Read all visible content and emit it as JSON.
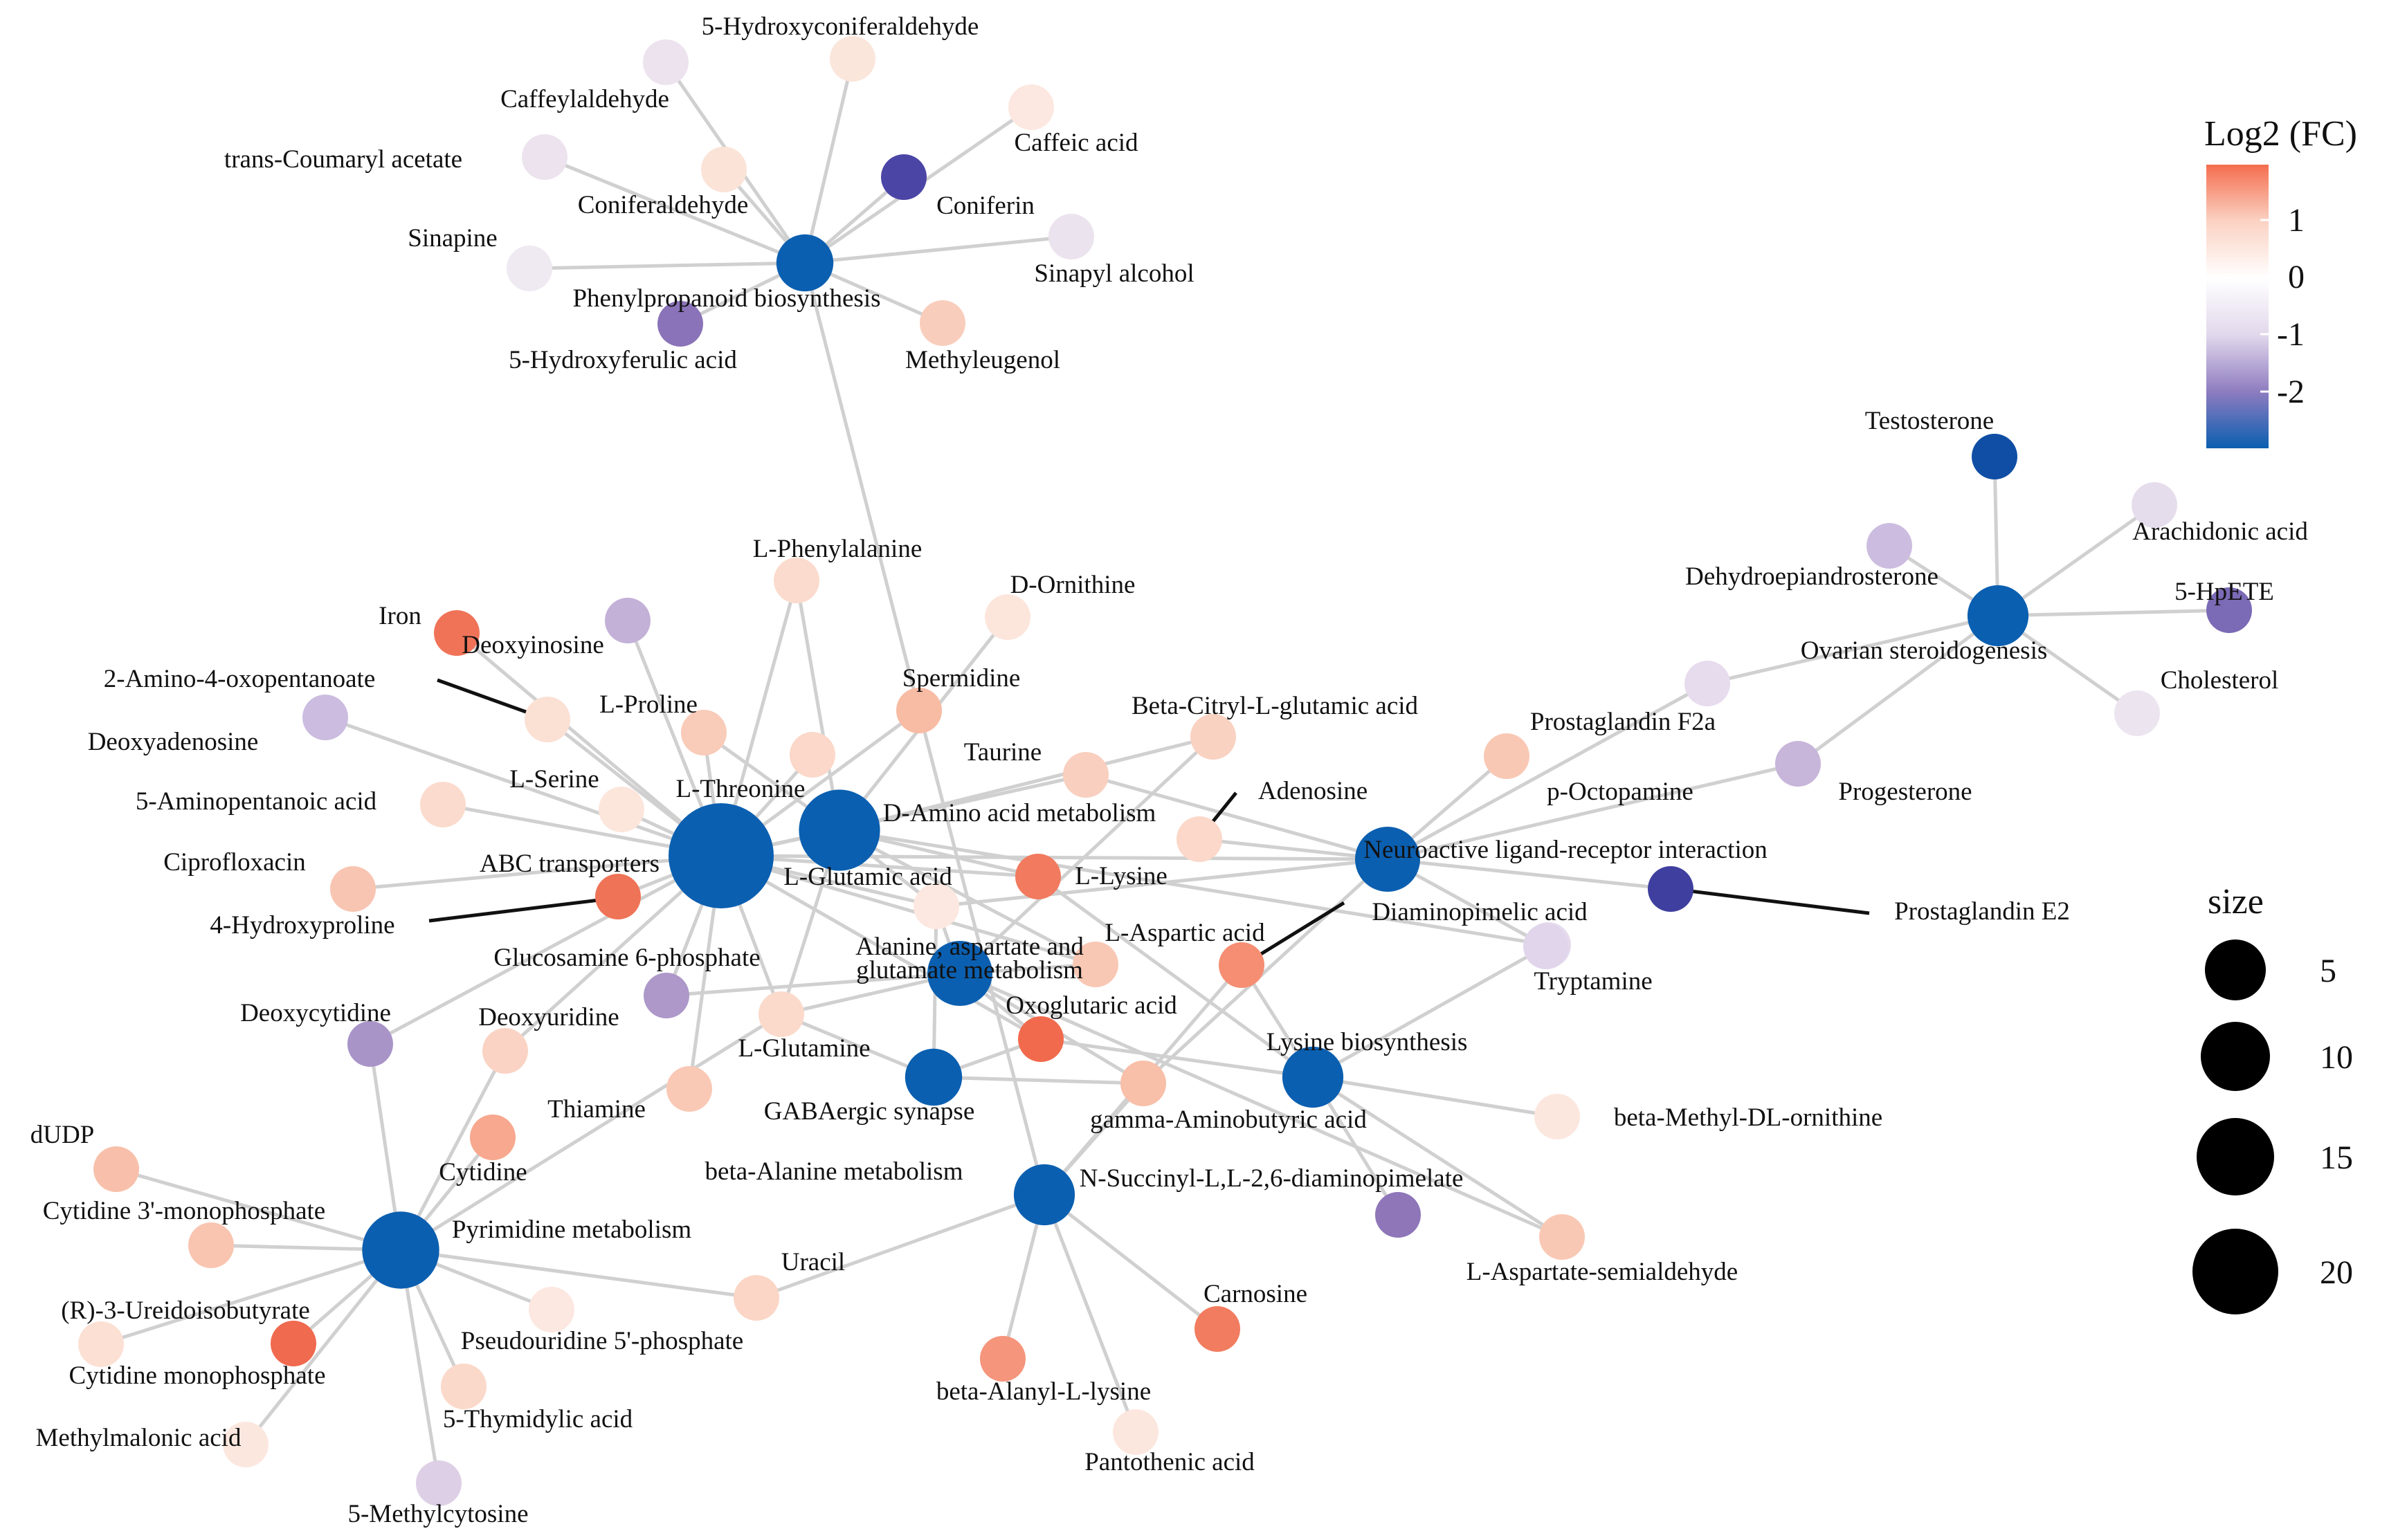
{
  "pathways": [
    {
      "id": "phenyl",
      "label": "Phenylpropanoid biosynthesis",
      "color": "#0b5fb0",
      "size": 8
    },
    {
      "id": "abc",
      "label": "ABC transporters",
      "color": "#0b5fb0",
      "size": 20
    },
    {
      "id": "damino",
      "label": "D-Amino acid metabolism",
      "color": "#0b5fb0",
      "size": 14
    },
    {
      "id": "alanine",
      "label": "Alanine, aspartate and glutamate metabolism",
      "color": "#0b5fb0",
      "size": 10
    },
    {
      "id": "gaba",
      "label": "GABAergic synapse",
      "color": "#0b5fb0",
      "size": 8
    },
    {
      "id": "neuro",
      "label": "Neuroactive ligand-receptor interaction",
      "color": "#0b5fb0",
      "size": 10
    },
    {
      "id": "lysbio",
      "label": "Lysine biosynthesis",
      "color": "#0b5fb0",
      "size": 9
    },
    {
      "id": "ovarian",
      "label": "Ovarian steroidogenesis",
      "color": "#0b5fb0",
      "size": 9
    },
    {
      "id": "pyrim",
      "label": "Pyrimidine metabolism",
      "color": "#0b5fb0",
      "size": 13
    },
    {
      "id": "bala",
      "label": "beta-Alanine metabolism",
      "color": "#0b5fb0",
      "size": 9
    }
  ],
  "metabolites": [
    {
      "id": "hcald",
      "label": "5-Hydroxyconiferaldehyde",
      "color": "#fbe6dc"
    },
    {
      "id": "caffald",
      "label": "Caffeylaldehyde",
      "color": "#ece3ee"
    },
    {
      "id": "caffeic",
      "label": "Caffeic acid",
      "color": "#fce8e0"
    },
    {
      "id": "coumaryl",
      "label": "trans-Coumaryl acetate",
      "color": "#ece3ee"
    },
    {
      "id": "conald",
      "label": "Coniferaldehyde",
      "color": "#fbe3d8"
    },
    {
      "id": "coniferin",
      "label": "Coniferin",
      "color": "#4b46a6"
    },
    {
      "id": "sinapine",
      "label": "Sinapine",
      "color": "#efe9f2"
    },
    {
      "id": "sinapyl",
      "label": "Sinapyl alcohol",
      "color": "#ebe3ed"
    },
    {
      "id": "hferulic",
      "label": "5-Hydroxyferulic acid",
      "color": "#8a73b8"
    },
    {
      "id": "methyleug",
      "label": "Methyleugenol",
      "color": "#f9cdbc"
    },
    {
      "id": "lphe",
      "label": "L-Phenylalanine",
      "color": "#fbdbcd"
    },
    {
      "id": "dorn",
      "label": "D-Ornithine",
      "color": "#fce6dc"
    },
    {
      "id": "iron",
      "label": "Iron",
      "color": "#f07358"
    },
    {
      "id": "deoxyino",
      "label": "Deoxyinosine",
      "color": "#c3b1d7"
    },
    {
      "id": "amino4",
      "label": "2-Amino-4-oxopentanoate",
      "color": "#fbe0d4"
    },
    {
      "id": "spermidine",
      "label": "Spermidine",
      "color": "#f8bba4"
    },
    {
      "id": "lpro",
      "label": "L-Proline",
      "color": "#f9cbb9"
    },
    {
      "id": "deoxyaden",
      "label": "Deoxyadenosine",
      "color": "#cbbce0"
    },
    {
      "id": "citryl",
      "label": "Beta-Citryl-L-glutamic acid",
      "color": "#f9d2c2"
    },
    {
      "id": "taurine",
      "label": "Taurine",
      "color": "#f9cfbf"
    },
    {
      "id": "pgf2a",
      "label": "Prostaglandin F2a",
      "color": "#f9c8b4"
    },
    {
      "id": "aminopent",
      "label": "5-Aminopentanoic acid",
      "color": "#fbdbcd"
    },
    {
      "id": "lser",
      "label": "L-Serine",
      "color": "#fce6dc"
    },
    {
      "id": "lthr",
      "label": "L-Threonine",
      "color": "#fbd8c9"
    },
    {
      "id": "adenosine",
      "label": "Adenosine",
      "color": "#fbd8c9"
    },
    {
      "id": "poct",
      "label": "p-Octopamine",
      "color": "#e7dced"
    },
    {
      "id": "progesterone",
      "label": "Progesterone",
      "color": "#c7b5da"
    },
    {
      "id": "cipro",
      "label": "Ciprofloxacin",
      "color": "#f8c5b2"
    },
    {
      "id": "lglu",
      "label": "L-Glutamic acid",
      "color": "#fce8e0"
    },
    {
      "id": "llys",
      "label": "L-Lysine",
      "color": "#f17a5f"
    },
    {
      "id": "pge2",
      "label": "Prostaglandin E2",
      "color": "#3e3f9e"
    },
    {
      "id": "hydroxypro",
      "label": "4-Hydroxyproline",
      "color": "#ef7356"
    },
    {
      "id": "diamino",
      "label": "Diaminopimelic acid",
      "color": "#e6dbed"
    },
    {
      "id": "glcn6p",
      "label": "Glucosamine 6-phosphate",
      "color": "#ad98c9"
    },
    {
      "id": "laspartic",
      "label": "L-Aspartic acid",
      "color": "#f58e73"
    },
    {
      "id": "laspartic2",
      "label": "",
      "color": "#f9c8b4"
    },
    {
      "id": "tryptamine",
      "label": "Tryptamine",
      "color": "#e0d5ea"
    },
    {
      "id": "deoxycyt",
      "label": "Deoxycytidine",
      "color": "#a994c8"
    },
    {
      "id": "oxoglut",
      "label": "Oxoglutaric acid",
      "color": "#f16a4e"
    },
    {
      "id": "deoxyuri",
      "label": "Deoxyuridine",
      "color": "#fad3c4"
    },
    {
      "id": "lgln",
      "label": "L-Glutamine",
      "color": "#fbdacb"
    },
    {
      "id": "thiamine",
      "label": "Thiamine",
      "color": "#f9c9b6"
    },
    {
      "id": "gaba_m",
      "label": "gamma-Aminobutyric acid",
      "color": "#f8bfa9"
    },
    {
      "id": "bmethyl",
      "label": "beta-Methyl-DL-ornithine",
      "color": "#fce7df"
    },
    {
      "id": "dudp",
      "label": "dUDP",
      "color": "#f8c0aa"
    },
    {
      "id": "cytidine",
      "label": "Cytidine",
      "color": "#f7a88f"
    },
    {
      "id": "cyt3mp",
      "label": "Cytidine 3'-monophosphate",
      "color": "#f9c5b1"
    },
    {
      "id": "succinyl",
      "label": "N-Succinyl-L,L-2,6-diaminopimelate",
      "color": "#8e76b9"
    },
    {
      "id": "uracil",
      "label": "Uracil",
      "color": "#fbd6c6"
    },
    {
      "id": "asemi",
      "label": "L-Aspartate-semialdehyde",
      "color": "#f9c8b4"
    },
    {
      "id": "ureido",
      "label": "(R)-3-Ureidoisobutyrate",
      "color": "#fce0d4"
    },
    {
      "id": "pseudo",
      "label": "Pseudouridine 5'-phosphate",
      "color": "#fce8e0"
    },
    {
      "id": "carnosine",
      "label": "Carnosine",
      "color": "#f27c5f"
    },
    {
      "id": "cmp",
      "label": "Cytidine monophosphate",
      "color": "#f06a4f"
    },
    {
      "id": "balalys",
      "label": "beta-Alanyl-L-lysine",
      "color": "#f5957b"
    },
    {
      "id": "thymidylic",
      "label": "5-Thymidylic acid",
      "color": "#fbd9ca"
    },
    {
      "id": "methylmal",
      "label": "Methylmalonic acid",
      "color": "#fce7df"
    },
    {
      "id": "pantothenic",
      "label": "Pantothenic acid",
      "color": "#fce7df"
    },
    {
      "id": "methylcyt",
      "label": "5-Methylcytosine",
      "color": "#ddd0e6"
    },
    {
      "id": "testosterone",
      "label": "Testosterone",
      "color": "#0f4ea4"
    },
    {
      "id": "dhea",
      "label": "Dehydroepiandrosterone",
      "color": "#ccbde0"
    },
    {
      "id": "arachidonic",
      "label": "Arachidonic acid",
      "color": "#e6ddec"
    },
    {
      "id": "hpete",
      "label": "5-HpETE",
      "color": "#7b6ab5"
    },
    {
      "id": "cholesterol",
      "label": "Cholesterol",
      "color": "#ece5f0"
    },
    {
      "id": "midpeach",
      "label": "",
      "color": "#fbd4c4"
    },
    {
      "id": "neutral1",
      "label": "",
      "color": "#fbe4db"
    },
    {
      "id": "neutral2",
      "label": "",
      "color": "#e4d9ec"
    }
  ],
  "legend": {
    "color_title": "Log2 (FC)",
    "color_ticks": [
      "1",
      "0",
      "-1",
      "-2"
    ],
    "gradient": [
      "#f46d4e",
      "#fbd2c3",
      "#ffffff",
      "#e2d8ec",
      "#8e7cc0",
      "#0b5fb0"
    ],
    "size_title": "size",
    "size_values": [
      "5",
      "10",
      "15",
      "20"
    ]
  }
}
